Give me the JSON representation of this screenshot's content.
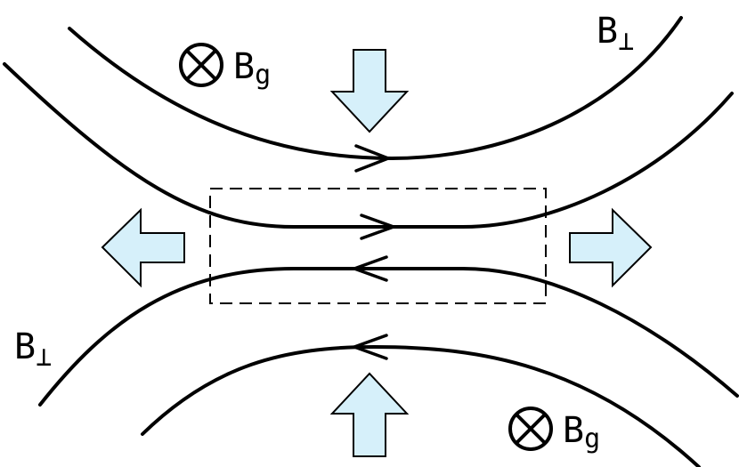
{
  "labels": {
    "b_perp_top": {
      "main": "B",
      "sub": "⊥"
    },
    "b_perp_left": {
      "main": "B",
      "sub": "⊥"
    },
    "b_guide_top": {
      "symbol": "otimes",
      "main": "B",
      "sub": "g"
    },
    "b_guide_bottom": {
      "symbol": "otimes",
      "main": "B",
      "sub": "g"
    }
  },
  "colors": {
    "flow_arrow_fill": "#d6f0fa",
    "line": "#000000"
  },
  "field_line_directions": [
    "right",
    "right",
    "left",
    "left"
  ],
  "flow_arrows": [
    "down",
    "left",
    "right",
    "up"
  ]
}
